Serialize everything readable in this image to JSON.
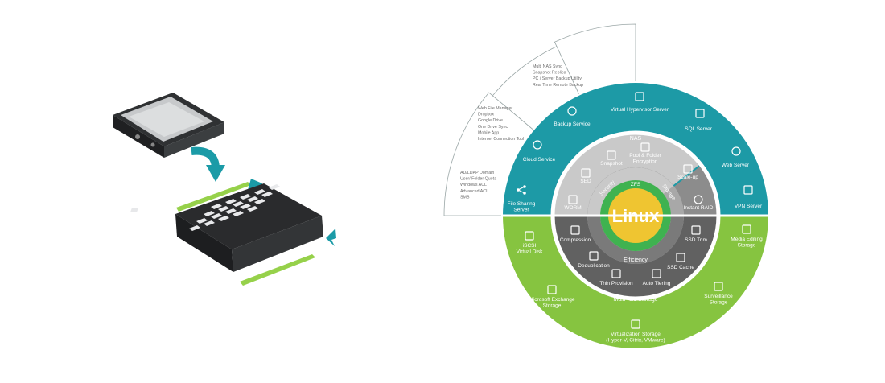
{
  "center": {
    "label": "Linux",
    "ring_label": "ZFS"
  },
  "inner_ring": {
    "security": "Security",
    "storage": "Storage",
    "efficiency": "Efficiency"
  },
  "security_items": [
    "Snapshot",
    "Pool & Folder\nEncryption",
    "SED",
    "WORM"
  ],
  "storage_items": [
    "Scale-up",
    "Instant RAID"
  ],
  "efficiency_items": [
    "Compression",
    "SSD Trim",
    "Deduplication",
    "SSD Cache",
    "Thin Provision",
    "Auto Tiering"
  ],
  "nas": {
    "label": "NAS",
    "items": [
      "Backup Service",
      "Virtual Hypervisor Server",
      "SQL Server",
      "Web Server",
      "VPN Server",
      "File Sharing\nServer",
      "Cloud Service"
    ]
  },
  "multi_role": {
    "label": "Multi-role Storage",
    "items": [
      "iSCSI\nVirtual Disk",
      "Media Editing\nStorage",
      "Microsoft Exchange\nStorage",
      "Surveillance\nStorage",
      "Virtualization Storage\n(Hyper-V, Citrix, VMware)"
    ]
  },
  "fan_lists": {
    "backup": [
      "Multi NAS Sync",
      "Snapshot Replica",
      "PC / Server Backup Utility",
      "Real Time Remote Backup"
    ],
    "cloud": [
      "Web File Manager",
      "Dropbox",
      "Google Drive",
      "One Drive Sync",
      "Mobile App",
      "Internet Connection Tool"
    ],
    "file_sharing": [
      "AD/LDAP Domain",
      "User/ Folder Quota",
      "Windows ACL",
      "Advanced ACL",
      "SMB"
    ]
  },
  "colors": {
    "teal": "#1d9aa6",
    "green": "#86c440",
    "dark_gray": "#616161",
    "mid_gray": "#8c8c8c",
    "light_gray": "#c9c9c9",
    "yellow": "#efc531",
    "zfs_green": "#3fb250"
  }
}
